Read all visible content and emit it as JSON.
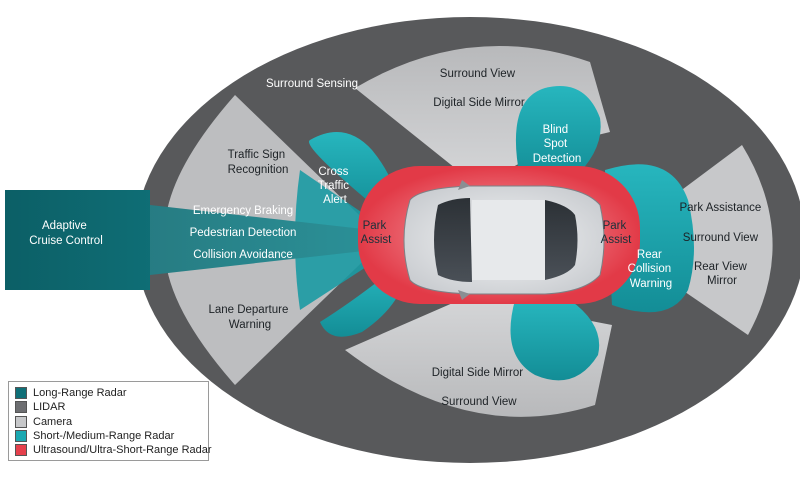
{
  "colors": {
    "background": "#ffffff",
    "ellipse": "#58595b",
    "camera": "#c7c8ca",
    "long_range_radar": "#0f6f77",
    "short_medium_radar": "#1aa8b1",
    "ultrasound": "#e5404c",
    "lidar": "#6d6e71"
  },
  "labels": {
    "adaptive_cruise": [
      "Adaptive",
      "Cruise Control"
    ],
    "surround_sensing": "Surround Sensing",
    "top_camera": [
      "Surround View",
      "Digital Side Mirror"
    ],
    "blind_spot": [
      "Blind",
      "Spot",
      "Detection"
    ],
    "traffic_sign": [
      "Traffic Sign",
      "Recognition"
    ],
    "cross_traffic": [
      "Cross",
      "Traffic",
      "Alert"
    ],
    "emergency_braking": "Emergency Braking",
    "pedestrian_detection": "Pedestrian Detection",
    "collision_avoidance": "Collision Avoidance",
    "park_assist_front": [
      "Park",
      "Assist"
    ],
    "park_assist_rear": [
      "Park",
      "Assist"
    ],
    "rear_collision": [
      "Rear",
      "Collision",
      "Warning"
    ],
    "right_camera": [
      "Park Assistance",
      "Surround View",
      "Rear View",
      "Mirror"
    ],
    "lane_departure": [
      "Lane Departure",
      "Warning"
    ],
    "bottom_camera": [
      "Digital Side Mirror",
      "Surround View"
    ]
  },
  "legend": [
    {
      "label": "Long-Range Radar",
      "color": "#0f6f77"
    },
    {
      "label": "LIDAR",
      "color": "#6d6e71"
    },
    {
      "label": "Camera",
      "color": "#c7c8ca"
    },
    {
      "label": "Short-/Medium-Range Radar",
      "color": "#1aa8b1"
    },
    {
      "label": "Ultrasound/Ultra-Short-Range Radar",
      "color": "#e5404c"
    }
  ]
}
